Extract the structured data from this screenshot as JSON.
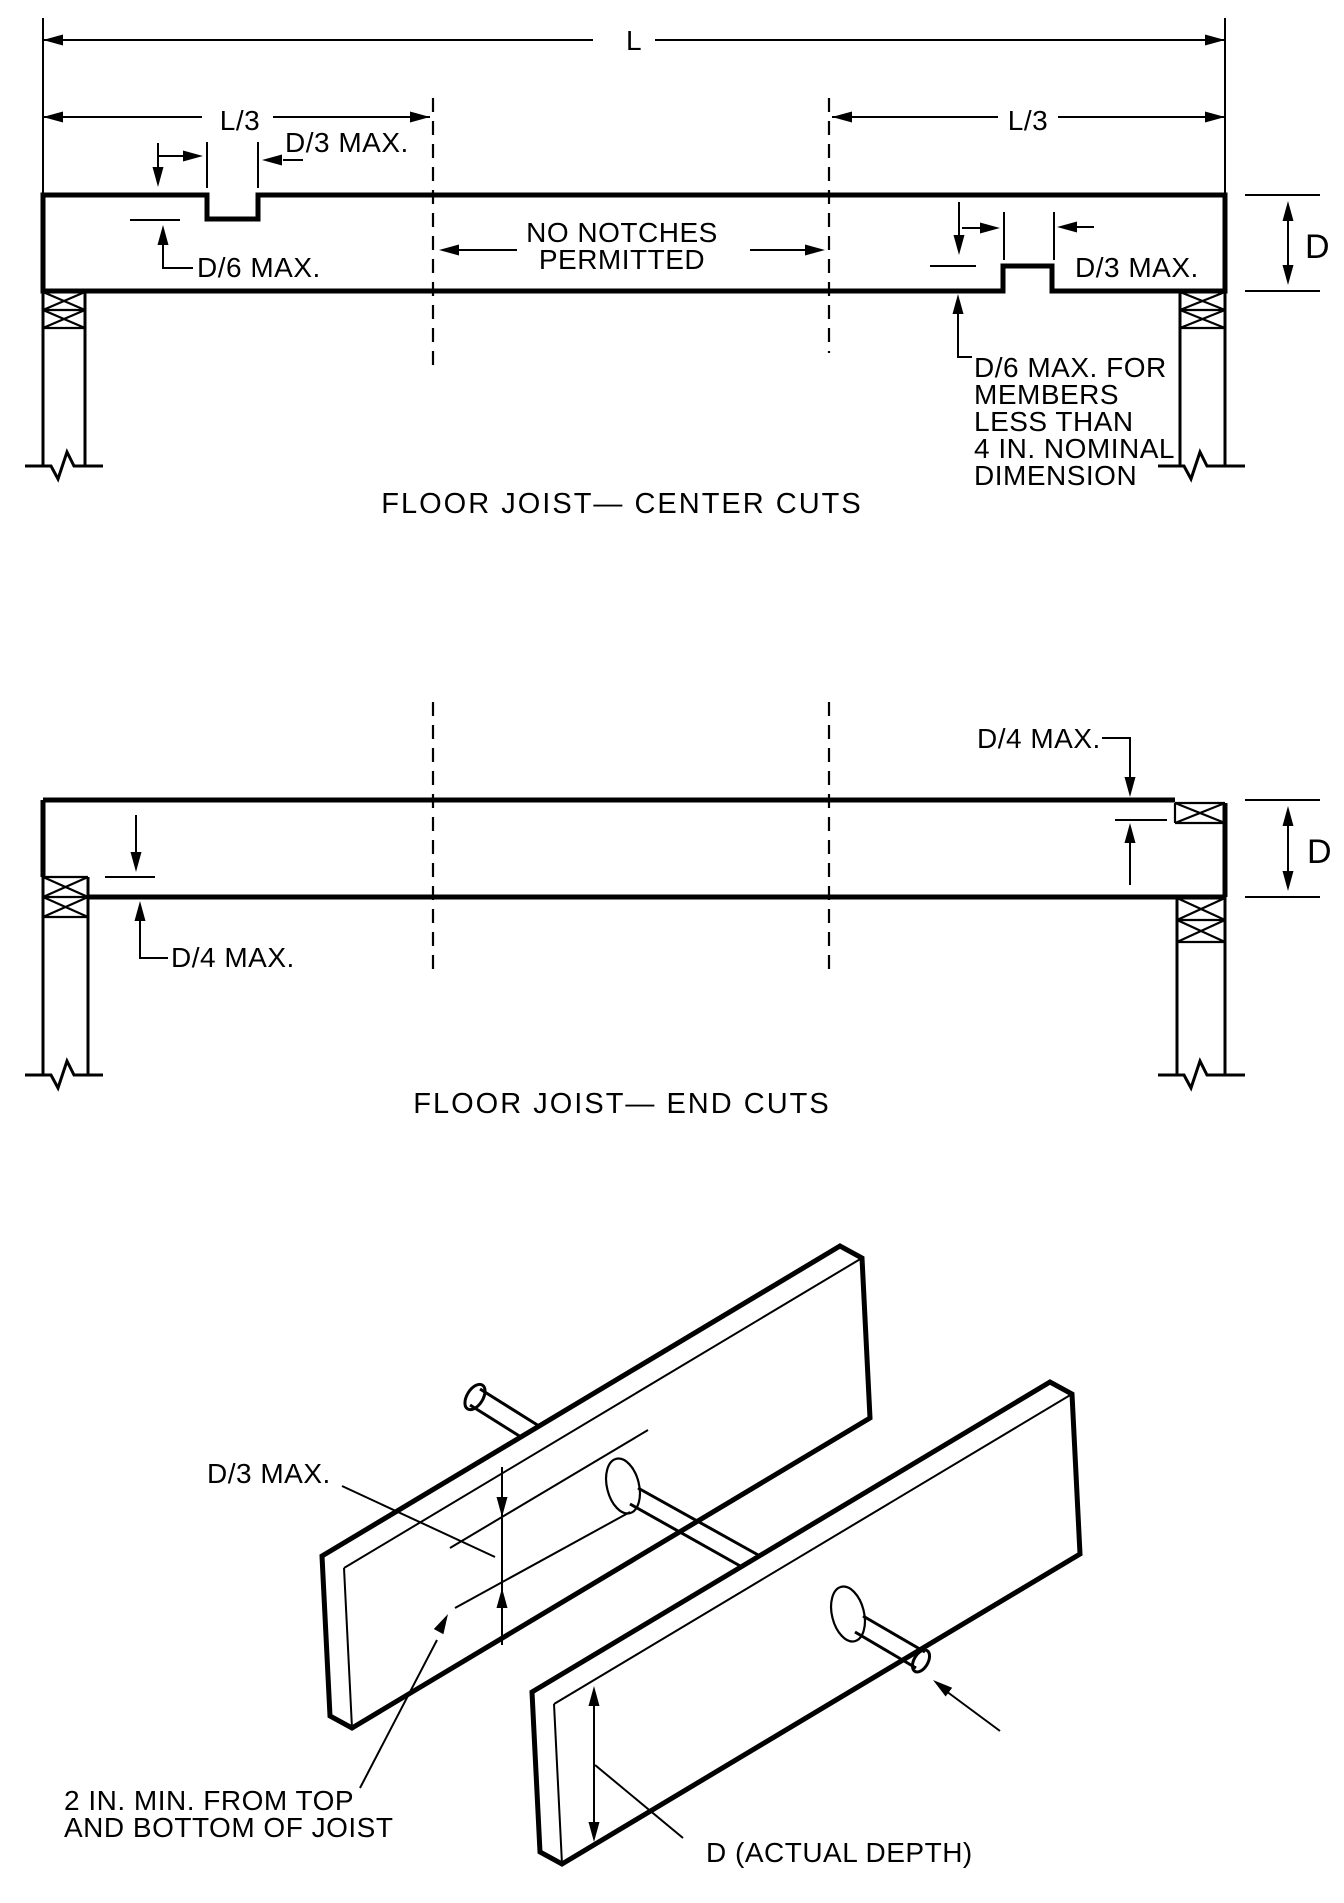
{
  "figure": {
    "background_color": "#ffffff",
    "ink_color": "#000000",
    "description": "Joist notching and boring limits diagram"
  },
  "center_cuts": {
    "caption": "FLOOR JOIST— CENTER CUTS",
    "span_label": "L",
    "third_left_label": "L/3",
    "third_right_label": "L/3",
    "top_notch_width_label": "D/3 MAX.",
    "top_notch_depth_label": "D/6 MAX.",
    "no_notches_line1": "NO NOTCHES",
    "no_notches_line2": "PERMITTED",
    "bottom_notch_width_label": "D/3 MAX.",
    "bottom_notch_note": [
      "D/6 MAX. FOR",
      "MEMBERS",
      "LESS THAN",
      "4 IN. NOMINAL",
      "DIMENSION"
    ],
    "depth_label": "D"
  },
  "end_cuts": {
    "caption": "FLOOR JOIST— END CUTS",
    "left_end_notch_label": "D/4 MAX.",
    "right_end_notch_label": "D/4 MAX.",
    "depth_label": "D"
  },
  "boring": {
    "hole_zone_label": "D/3 MAX.",
    "edge_distance_line1": "2 IN. MIN. FROM TOP",
    "edge_distance_line2": "AND BOTTOM OF JOIST",
    "actual_depth_label": "D  (ACTUAL DEPTH)"
  }
}
